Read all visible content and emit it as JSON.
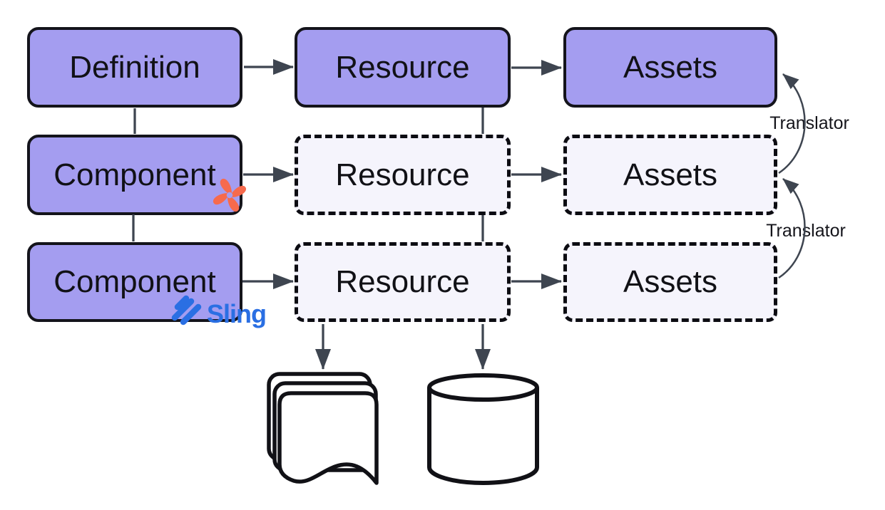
{
  "title": "Resource resolution diagram",
  "colors": {
    "canvas_bg": "#ffffff",
    "node_fill": "#a49df0",
    "node_border": "#14141b",
    "dashed_fill": "#f5f4fc",
    "dashed_border": "#0c0c12",
    "connector": "#3e4550",
    "sling_blue": "#2a6fe3",
    "pinwheel_orange": "#f66a4d",
    "label_text": "#111116"
  },
  "nodes": {
    "definition": {
      "label": "Definition",
      "style": "solid"
    },
    "resource_1": {
      "label": "Resource",
      "style": "solid"
    },
    "assets_1": {
      "label": "Assets",
      "style": "solid"
    },
    "component_1": {
      "label": "Component",
      "style": "solid",
      "badge": "pinwheel-icon"
    },
    "resource_2": {
      "label": "Resource",
      "style": "dashed"
    },
    "assets_2": {
      "label": "Assets",
      "style": "dashed"
    },
    "component_2": {
      "label": "Component",
      "style": "solid",
      "badge": "sling-logo-icon"
    },
    "resource_3": {
      "label": "Resource",
      "style": "dashed"
    },
    "assets_3": {
      "label": "Assets",
      "style": "dashed"
    }
  },
  "annotations": {
    "translator_1": "Translator",
    "translator_2": "Translator",
    "sling_wordmark": "Sling"
  },
  "icons": {
    "component_1_badge": "pinwheel-icon",
    "component_2_badge": "sling-logo-icon",
    "storage_left": "documents-stack-icon",
    "storage_right": "database-cylinder-icon"
  },
  "edges": [
    {
      "from": "definition",
      "to": "resource_1",
      "type": "arrow"
    },
    {
      "from": "resource_1",
      "to": "assets_1",
      "type": "arrow"
    },
    {
      "from": "component_1",
      "to": "resource_2",
      "type": "arrow"
    },
    {
      "from": "resource_2",
      "to": "assets_2",
      "type": "arrow"
    },
    {
      "from": "component_2",
      "to": "resource_3",
      "type": "arrow"
    },
    {
      "from": "resource_3",
      "to": "assets_3",
      "type": "arrow"
    },
    {
      "from": "definition",
      "to": "component_1",
      "type": "line"
    },
    {
      "from": "component_1",
      "to": "component_2",
      "type": "line"
    },
    {
      "from": "resource_1",
      "to": "resource_2",
      "type": "line"
    },
    {
      "from": "resource_2",
      "to": "resource_3",
      "type": "line"
    },
    {
      "from": "resource_3",
      "to": "documents-stack",
      "type": "arrow"
    },
    {
      "from": "resource_3",
      "to": "database-cylinder",
      "type": "arrow"
    },
    {
      "from": "assets_2",
      "to": "assets_1",
      "type": "curved-arrow",
      "label": "Translator"
    },
    {
      "from": "assets_3",
      "to": "assets_2",
      "type": "curved-arrow",
      "label": "Translator"
    }
  ]
}
